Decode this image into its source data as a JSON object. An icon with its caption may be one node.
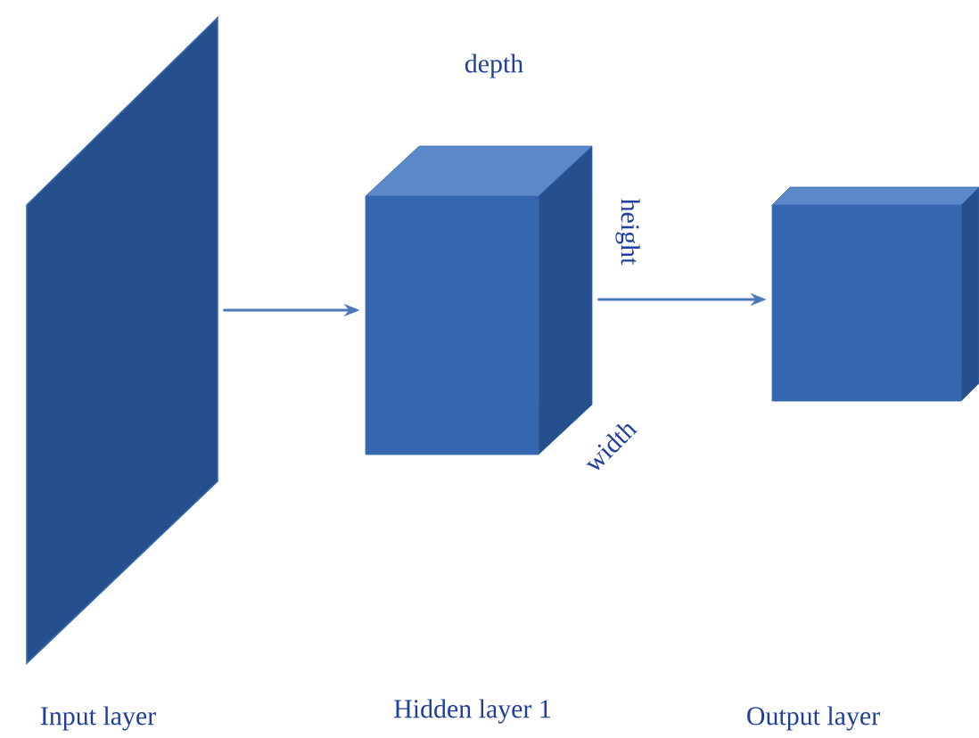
{
  "diagram": {
    "nodes": [
      {
        "text": [],
        "shape": "parallelogram"
      },
      {
        "text": [],
        "shape": "cube"
      },
      {
        "text": [],
        "shape": "cube"
      }
    ],
    "edges": [
      {
        "from": 0,
        "to": 1,
        "arrow": "to"
      },
      {
        "from": 1,
        "to": 2,
        "arrow": "to"
      }
    ],
    "labels": [
      "depth",
      "height",
      "width",
      "Input layer",
      "Hidden layer 1",
      "Output layer"
    ]
  }
}
